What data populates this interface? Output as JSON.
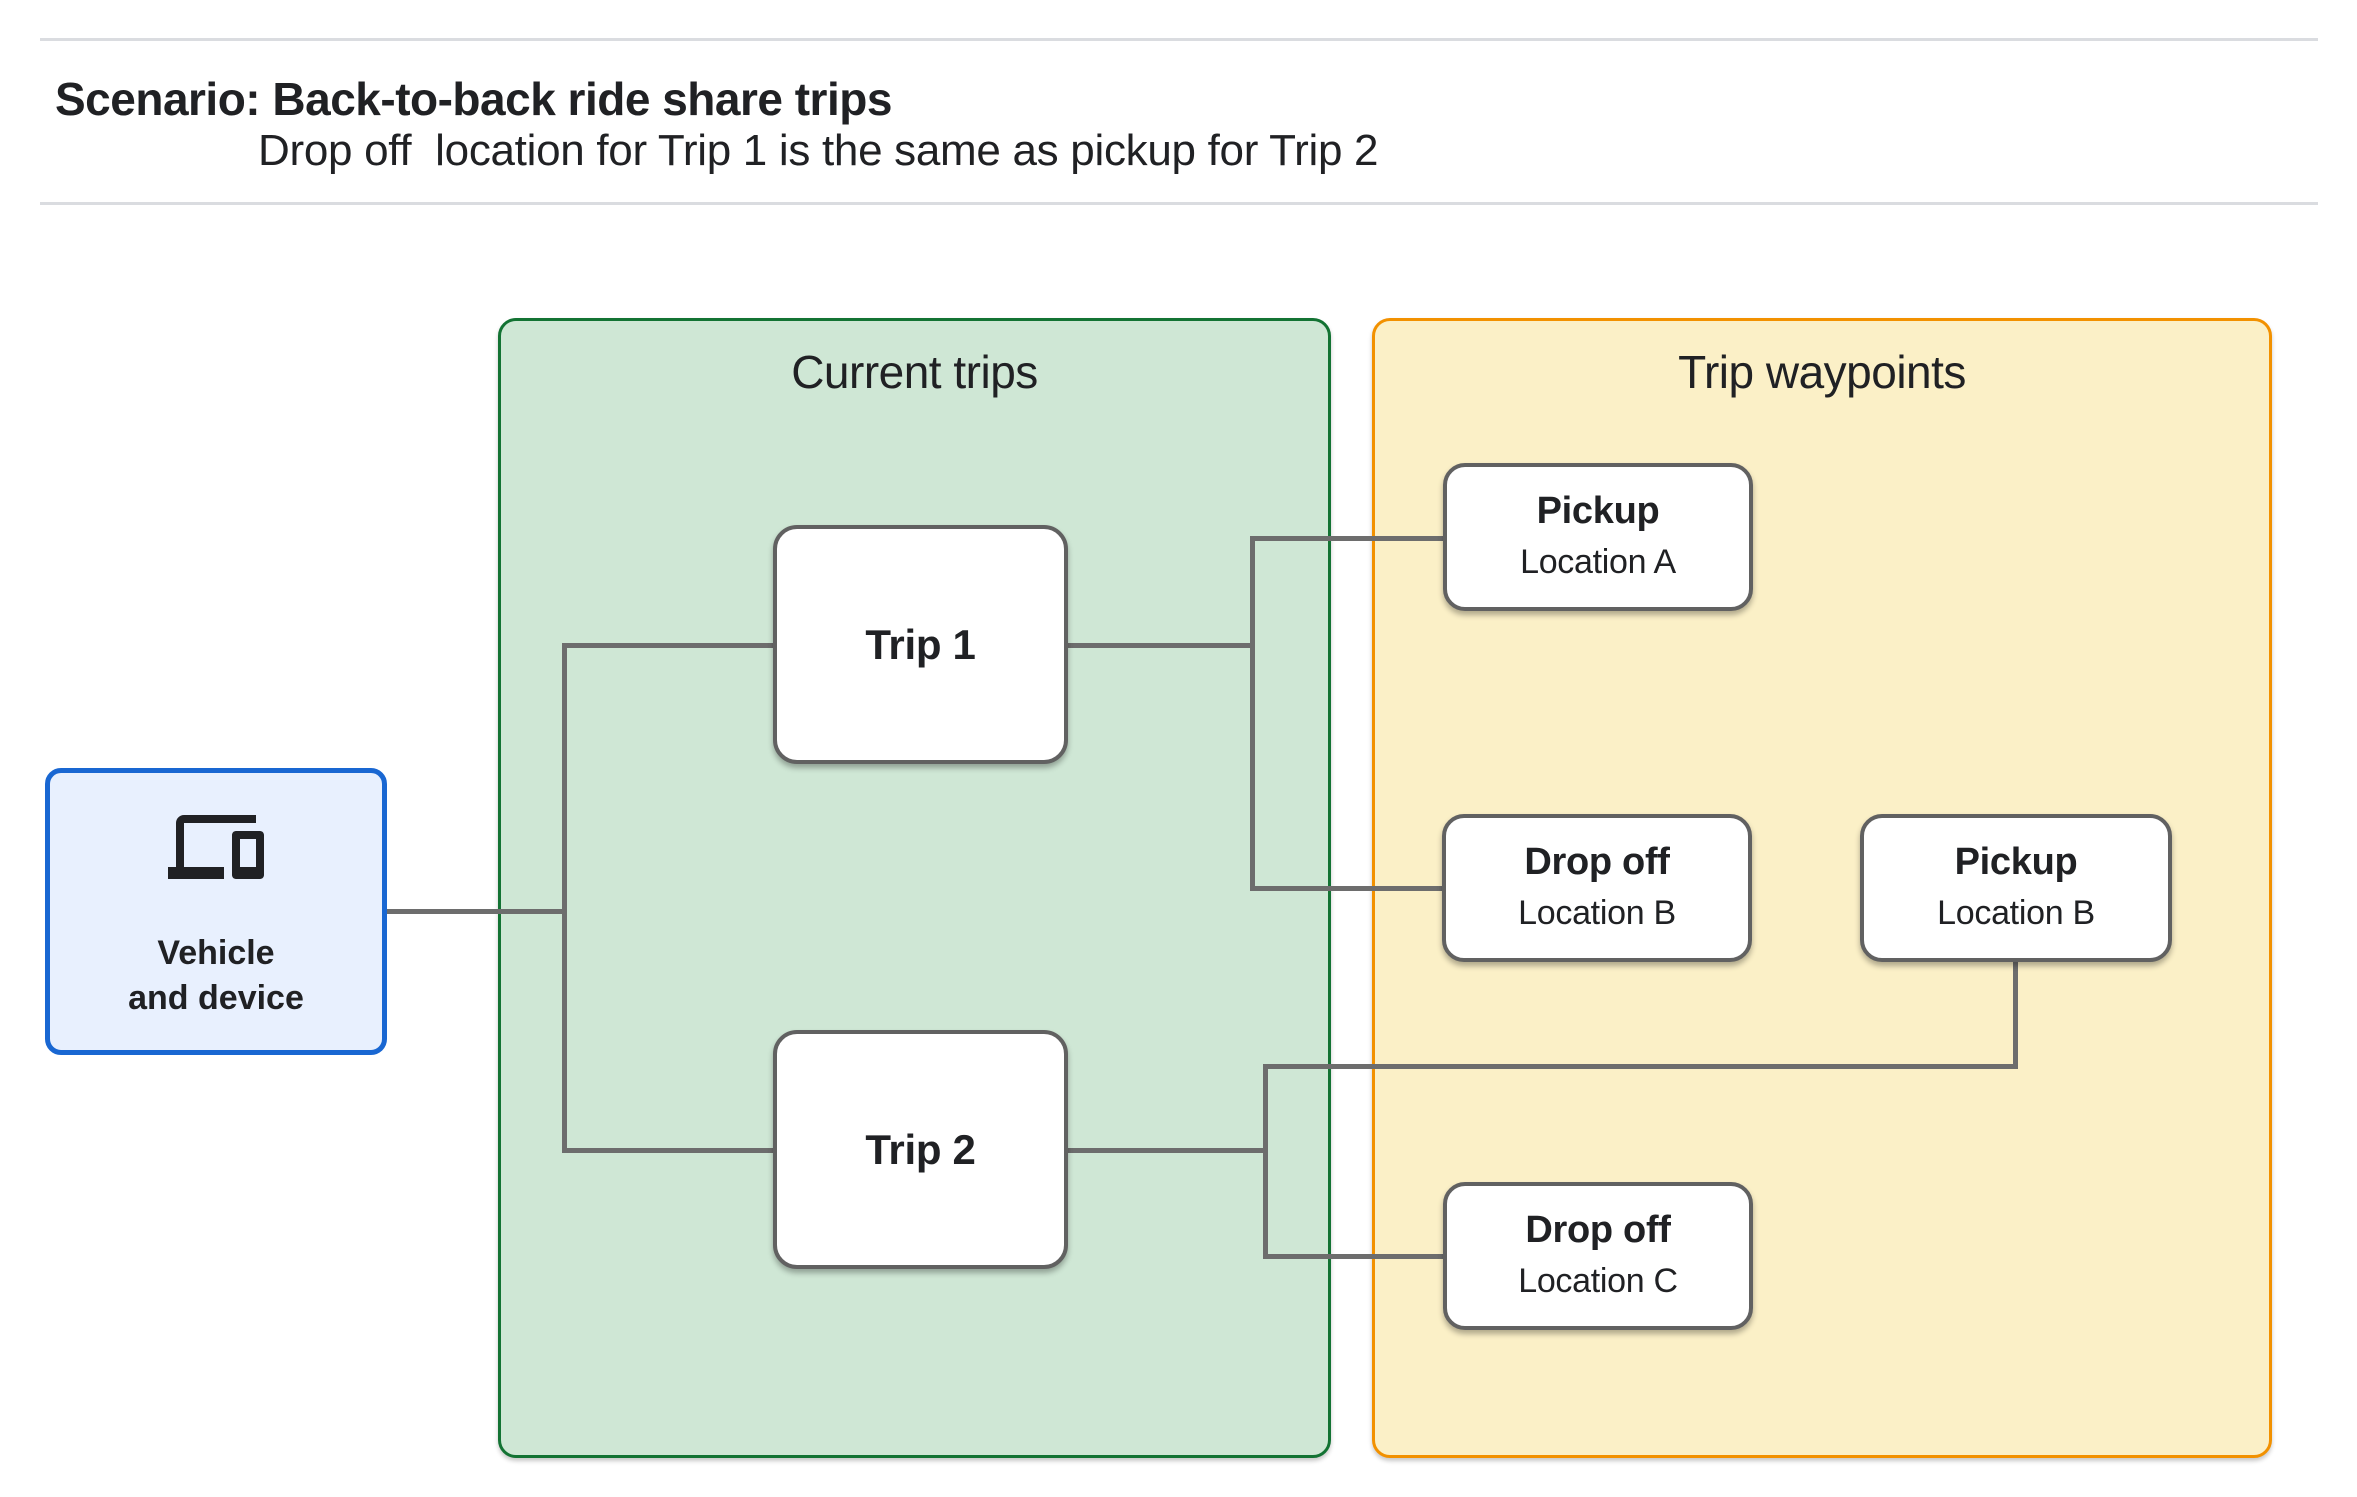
{
  "header": {
    "title": "Scenario: Back-to-back ride share trips",
    "subtitle": "Drop off  location for Trip 1 is the same as pickup for Trip 2"
  },
  "vehicle_node": {
    "label": "Vehicle\nand device",
    "icon": "devices-icon"
  },
  "panels": {
    "current_trips": {
      "title": "Current trips",
      "trips": [
        {
          "label": "Trip 1"
        },
        {
          "label": "Trip 2"
        }
      ]
    },
    "trip_waypoints": {
      "title": "Trip waypoints",
      "waypoints": [
        {
          "title": "Pickup",
          "subtitle": "Location A"
        },
        {
          "title": "Drop off",
          "subtitle": "Location B"
        },
        {
          "title": "Pickup",
          "subtitle": "Location B"
        },
        {
          "title": "Drop off",
          "subtitle": "Location C"
        }
      ]
    }
  },
  "colors": {
    "green-fill": "#cfe7d5",
    "green-border": "#137333",
    "orange-fill": "#fbf0c7",
    "orange-border": "#f29100",
    "blue-fill": "#e8f0fe",
    "blue-border": "#1967d2",
    "line-gray": "#6d6d6d",
    "node-border": "#616161"
  }
}
